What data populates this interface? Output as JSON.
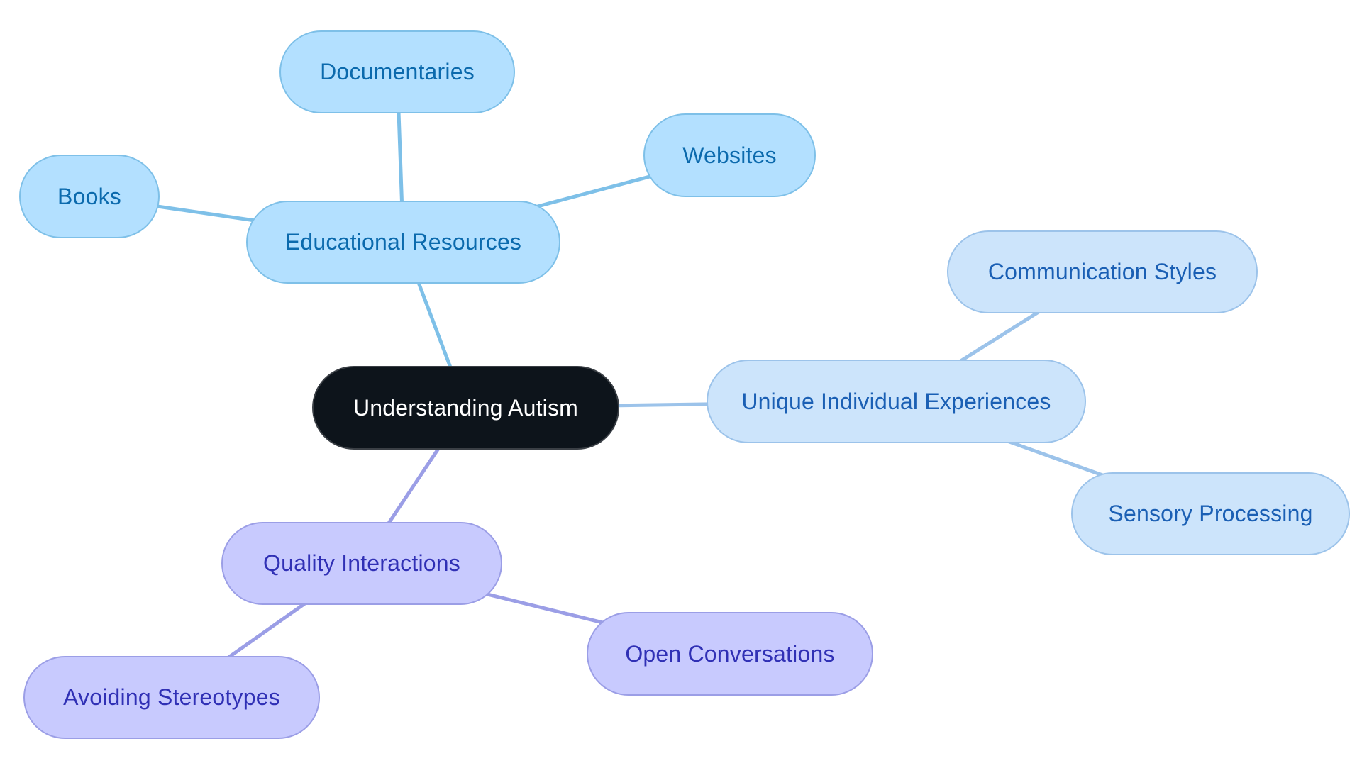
{
  "diagram": {
    "type": "mind-map",
    "root": {
      "id": "root",
      "label": "Understanding Autism"
    },
    "colors": {
      "root_fill": "#0d141b",
      "root_text": "#ffffff",
      "branch_educational_fill": "#b3e0ff",
      "branch_educational_text": "#0b6aad",
      "branch_educational_edge": "#7ec0e8",
      "branch_unique_fill": "#cce4fb",
      "branch_unique_text": "#1a5fb4",
      "branch_unique_edge": "#9cc3ea",
      "branch_quality_fill": "#c8cafe",
      "branch_quality_text": "#3030b5",
      "branch_quality_edge": "#9b9ee6"
    },
    "branches": [
      {
        "id": "educational",
        "label": "Educational Resources",
        "children": [
          {
            "id": "documentaries",
            "label": "Documentaries"
          },
          {
            "id": "books",
            "label": "Books"
          },
          {
            "id": "websites",
            "label": "Websites"
          }
        ]
      },
      {
        "id": "unique",
        "label": "Unique Individual Experiences",
        "children": [
          {
            "id": "communication",
            "label": "Communication Styles"
          },
          {
            "id": "sensory",
            "label": "Sensory Processing"
          }
        ]
      },
      {
        "id": "quality",
        "label": "Quality Interactions",
        "children": [
          {
            "id": "open",
            "label": "Open Conversations"
          },
          {
            "id": "avoiding",
            "label": "Avoiding Stereotypes"
          }
        ]
      }
    ],
    "edges": [
      {
        "from": "root",
        "to": "educational",
        "branch": "educational"
      },
      {
        "from": "educational",
        "to": "documentaries",
        "branch": "educational"
      },
      {
        "from": "educational",
        "to": "books",
        "branch": "educational"
      },
      {
        "from": "educational",
        "to": "websites",
        "branch": "educational"
      },
      {
        "from": "root",
        "to": "unique",
        "branch": "unique"
      },
      {
        "from": "unique",
        "to": "communication",
        "branch": "unique"
      },
      {
        "from": "unique",
        "to": "sensory",
        "branch": "unique"
      },
      {
        "from": "root",
        "to": "quality",
        "branch": "quality"
      },
      {
        "from": "quality",
        "to": "open",
        "branch": "quality"
      },
      {
        "from": "quality",
        "to": "avoiding",
        "branch": "quality"
      }
    ]
  }
}
